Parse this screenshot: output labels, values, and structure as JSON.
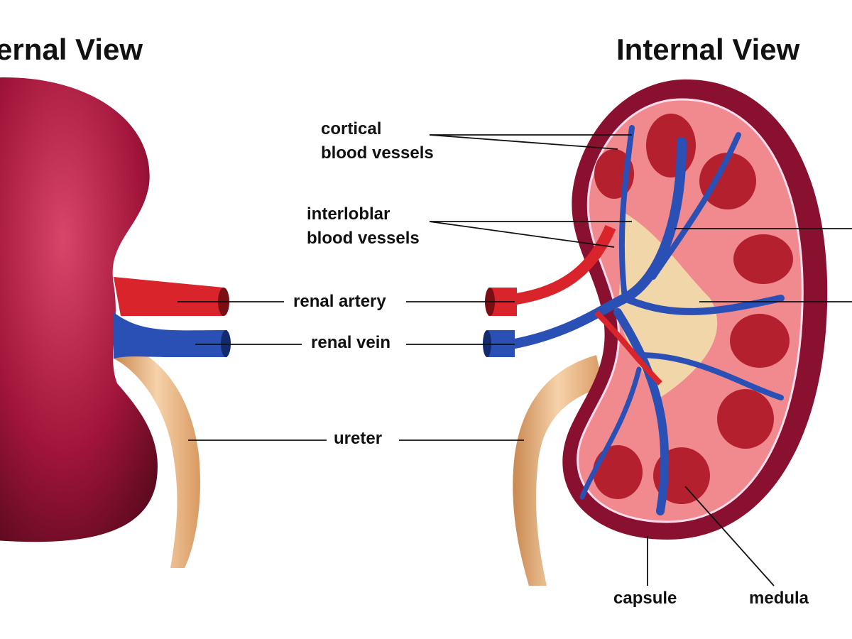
{
  "titles": {
    "left": "ernal View",
    "right": "Internal View"
  },
  "labels": {
    "cortical_1": "cortical",
    "cortical_2": "blood vessels",
    "interlobular_1": "interloblar",
    "interlobular_2": "blood vessels",
    "renal_artery": "renal artery",
    "renal_vein": "renal vein",
    "ureter": "ureter",
    "capsule": "capsule",
    "medula": "medula"
  },
  "colors": {
    "kidney": "#a3153a",
    "artery": "#d8242a",
    "vein": "#2a4fb5",
    "ureter": "#e9b98a",
    "medulla": "#b5202e",
    "pelvis": "#f0d6a8"
  }
}
